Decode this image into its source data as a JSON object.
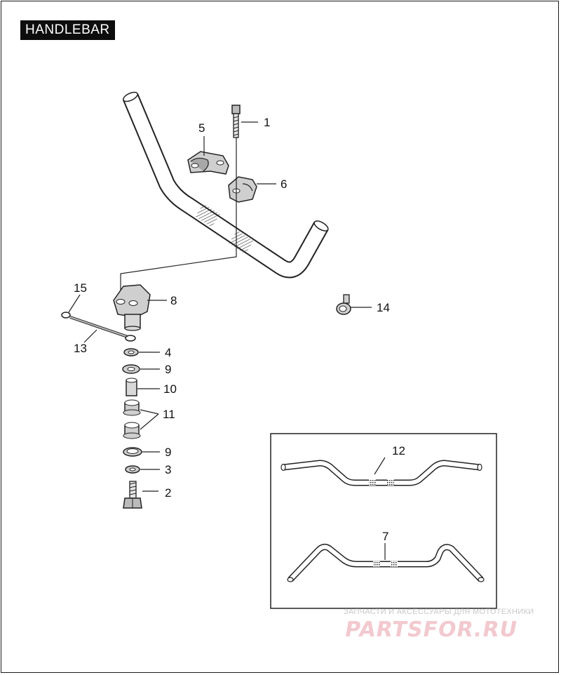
{
  "title": "HANDLEBAR",
  "callouts": {
    "c1": "1",
    "c2": "2",
    "c3": "3",
    "c4": "4",
    "c5": "5",
    "c6": "6",
    "c7": "7",
    "c8": "8",
    "c9a": "9",
    "c9b": "9",
    "c10": "10",
    "c11": "11",
    "c12": "12",
    "c13": "13",
    "c14": "14",
    "c15": "15"
  },
  "watermark": {
    "caption": "ЗАПЧАСТИ И АКСЕССУАРЫ ДЛЯ МОТОТЕХНИКИ",
    "logo": "PARTSFOR.RU"
  },
  "colors": {
    "line": "#222222",
    "part_fill": "#cfcfcf",
    "watermark": "#f2c9cf"
  }
}
